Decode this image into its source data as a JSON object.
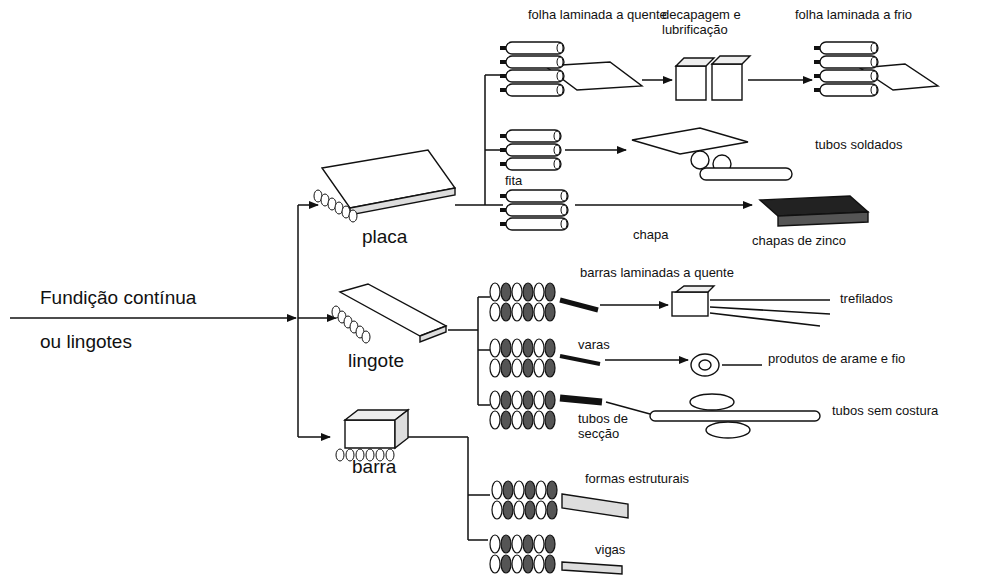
{
  "diagram": {
    "labels": [
      "folha laminada a quente",
      "decapagem e lubrificação",
      "folha laminada a frio",
      "tubos soldados",
      "fita",
      "placa",
      "chapa",
      "chapas de zinco",
      "barras laminadas a quente",
      "trefilados",
      "Fundição contínua ou lingotes",
      "lingote",
      "varas",
      "produtos de arame e fio",
      "tubos de secção",
      "tubos sem costura",
      "barra",
      "formas estruturais",
      "vigas"
    ]
  }
}
